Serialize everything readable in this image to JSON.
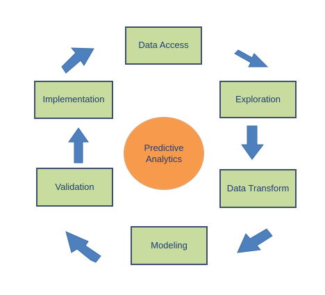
{
  "center": {
    "line1": "Predictive",
    "line2": "Analytics"
  },
  "stages": [
    {
      "label": "Data Access"
    },
    {
      "label": "Exploration"
    },
    {
      "label": "Data Transform"
    },
    {
      "label": "Modeling"
    },
    {
      "label": "Validation"
    },
    {
      "label": "Implementation"
    }
  ],
  "colors": {
    "stage_fill": "#c9dc9f",
    "stage_border": "#3e4f6d",
    "stage_text": "#1f3b78",
    "center_fill": "#f79a4b",
    "arrow_fill": "#4e80bd"
  }
}
